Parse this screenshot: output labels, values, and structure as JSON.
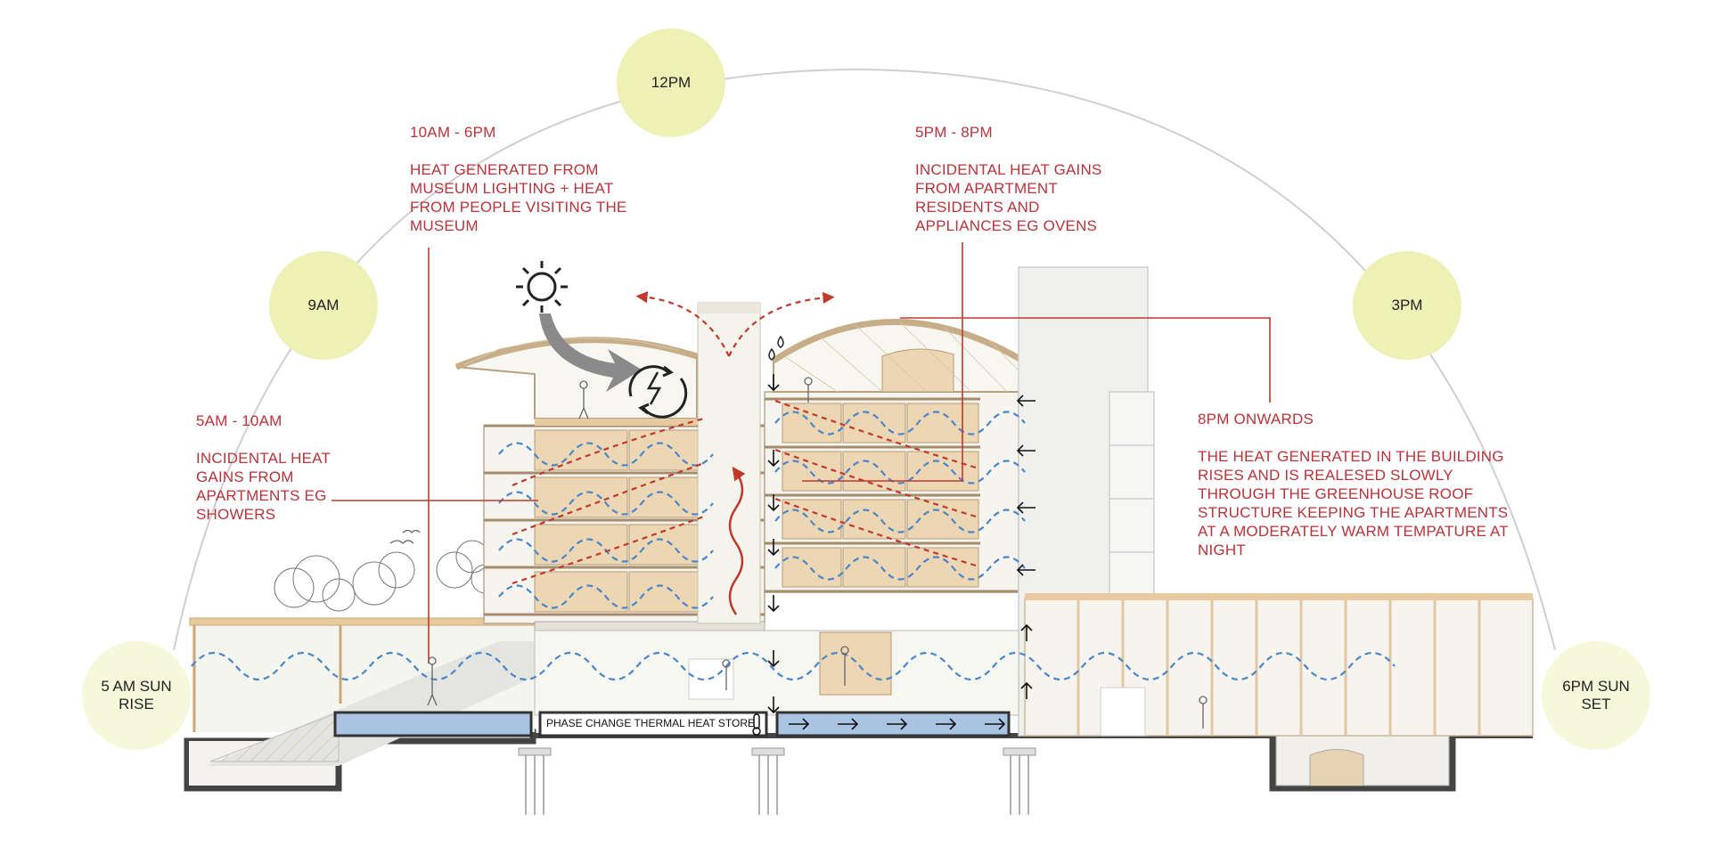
{
  "suns": [
    {
      "id": "sunrise",
      "label": "5 AM SUN RISE"
    },
    {
      "id": "9am",
      "label": "9AM"
    },
    {
      "id": "12pm",
      "label": "12PM"
    },
    {
      "id": "3pm",
      "label": "3PM"
    },
    {
      "id": "sunset",
      "label": "6PM SUN SET"
    }
  ],
  "annotations": {
    "morning": {
      "time": "5AM - 10AM",
      "text": "INCIDENTAL HEAT GAINS FROM APARTMENTS EG SHOWERS"
    },
    "museum": {
      "time": "10AM - 6PM",
      "text": "HEAT GENERATED FROM MUSEUM LIGHTING + HEAT FROM PEOPLE VISITING THE MUSEUM"
    },
    "evening": {
      "time": "5PM - 8PM",
      "text": "INCIDENTAL HEAT GAINS FROM APARTMENT RESIDENTS AND APPLIANCES EG OVENS"
    },
    "night": {
      "time": "8PM ONWARDS",
      "text": "THE HEAT GENERATED IN THE BUILDING RISES AND IS REALESED SLOWLY THROUGH THE GREENHOUSE ROOF STRUCTURE KEEPING THE APARTMENTS AT A MODERATELY WARM TEMPATURE AT NIGHT"
    }
  },
  "thermal_store": {
    "label": "PHASE CHANGE THERMAL HEAT STORE"
  },
  "icons": [
    "sun-icon",
    "renewable-energy-icon",
    "water-drop-icon",
    "thermometer-icon",
    "flow-arrow-icon"
  ],
  "colors": {
    "annotation": "#b8333a",
    "sun_disc": "#eef1b6",
    "heat_wave": "#4a86c8",
    "heat_flow": "#c0392b",
    "timber": "#e8caa0",
    "thermal_store": "#a9c4e2"
  }
}
